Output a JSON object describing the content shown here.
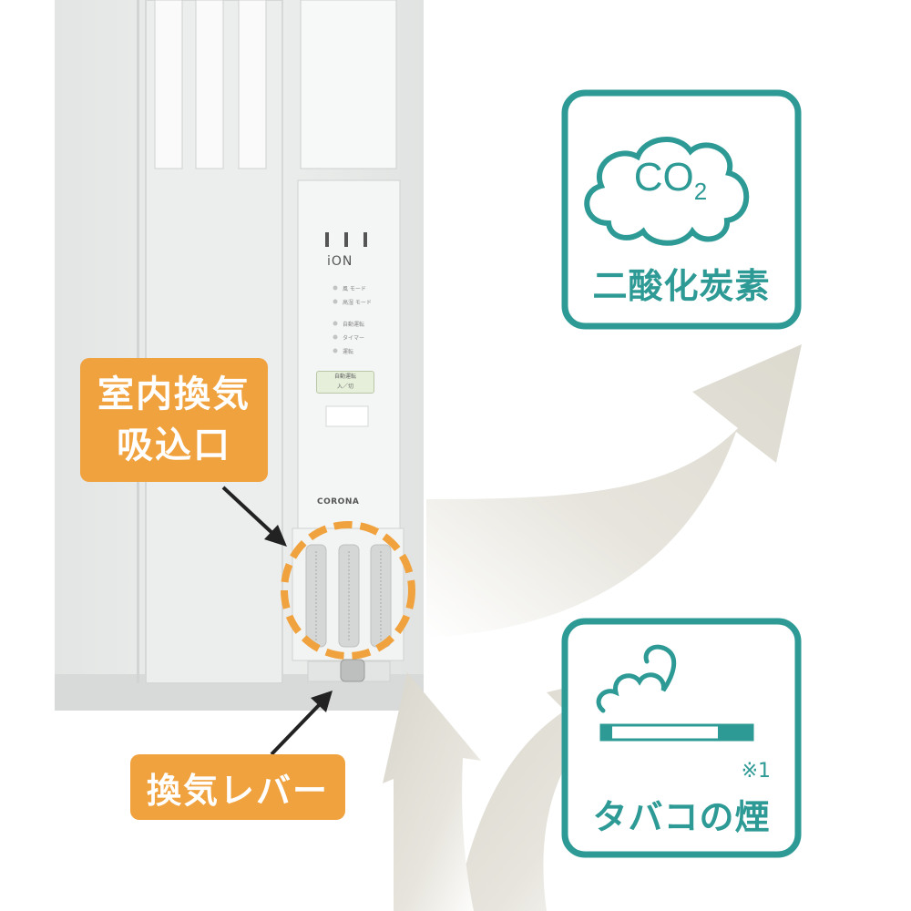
{
  "callouts": {
    "intake_line1": "室内換気",
    "intake_line2": "吸込口",
    "lever": "換気レバー"
  },
  "cards": {
    "co2_label": "CO",
    "co2_sub": "2",
    "co2_title": "二酸化炭素",
    "smoke_note": "※1",
    "smoke_title": "タバコの煙"
  },
  "panel": {
    "ion": "iON",
    "brand": "CORONA",
    "row1": "風 モード",
    "row2": "高湿 モード",
    "row3": "自動運転",
    "row4": "タイマー",
    "row5": "運転",
    "auto_button_line1": "自動運転",
    "auto_button_line2": "入／切"
  },
  "colors": {
    "accent_orange": "#f0a23e",
    "teal": "#2e9a95",
    "arrow_beige": "#e2e0d6"
  }
}
